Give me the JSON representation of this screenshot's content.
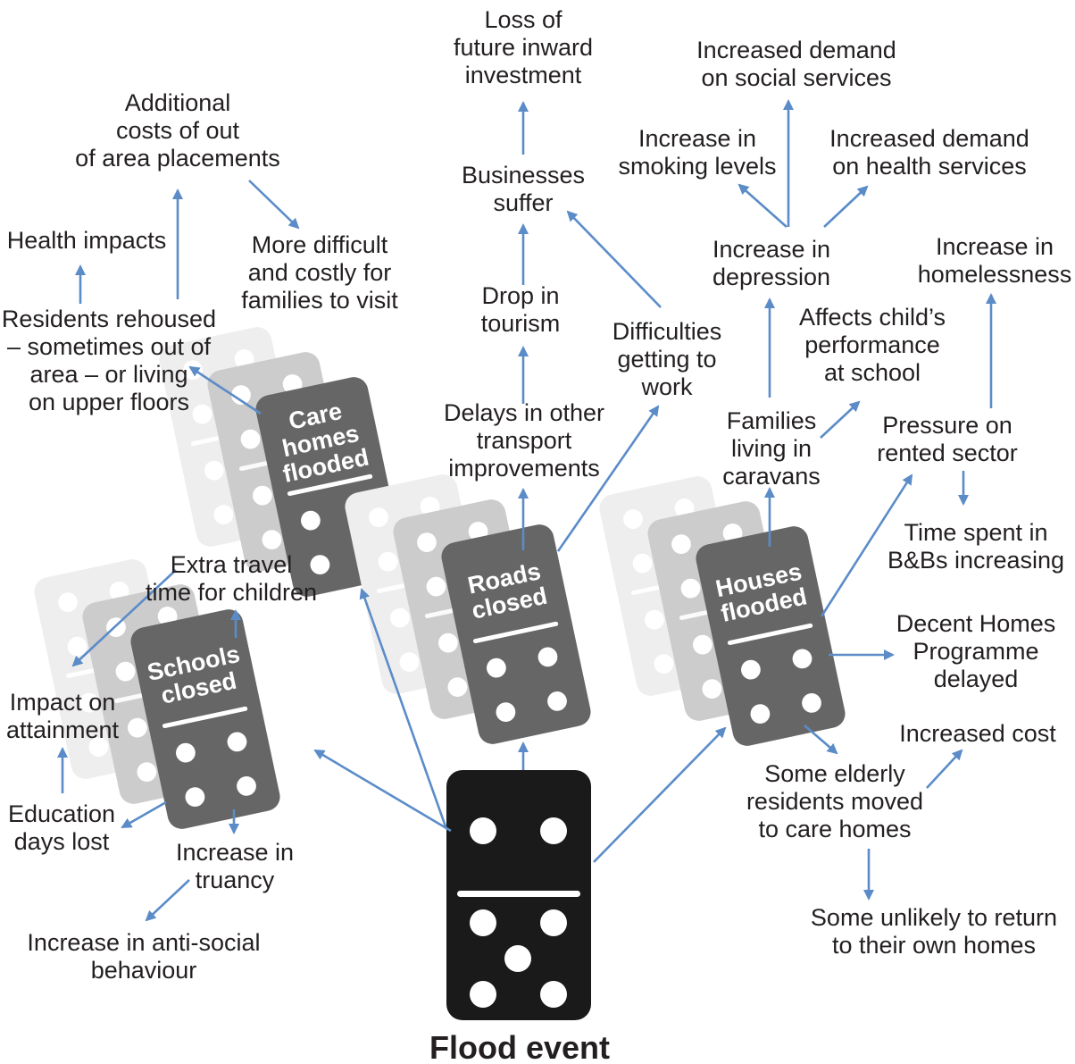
{
  "title": "Flood event",
  "colors": {
    "arrow": "#5b8cc8",
    "text": "#231f20",
    "domino_dark": "#666666",
    "domino_black": "#1a1a1a"
  },
  "dominoes": {
    "care_homes": [
      "Care",
      "homes",
      "flooded"
    ],
    "roads": [
      "Roads",
      "closed"
    ],
    "houses": [
      "Houses",
      "flooded"
    ],
    "schools": [
      "Schools",
      "closed"
    ]
  },
  "labels": {
    "additional_costs": [
      "Additional",
      "costs of out",
      "of area placements"
    ],
    "health_impacts": [
      "Health impacts"
    ],
    "more_difficult": [
      "More difficult",
      "and costly for",
      "families to visit"
    ],
    "residents_rehoused": [
      "Residents rehoused",
      "– sometimes out of",
      "area – or living",
      "on upper floors"
    ],
    "loss_investment": [
      "Loss of",
      "future inward",
      "investment"
    ],
    "businesses_suffer": [
      "Businesses",
      "suffer"
    ],
    "drop_tourism": [
      "Drop in",
      "tourism"
    ],
    "difficulties_work": [
      "Difficulties",
      "getting to",
      "work"
    ],
    "delays_transport": [
      "Delays in other",
      "transport",
      "improvements"
    ],
    "social_services": [
      "Increased demand",
      "on social services"
    ],
    "smoking": [
      "Increase in",
      "smoking levels"
    ],
    "health_services": [
      "Increased demand",
      "on health services"
    ],
    "depression": [
      "Increase in",
      "depression"
    ],
    "homelessness": [
      "Increase in",
      "homelessness"
    ],
    "child_performance": [
      "Affects child’s",
      "performance",
      "at school"
    ],
    "caravans": [
      "Families",
      "living in",
      "caravans"
    ],
    "rented_sector": [
      "Pressure on",
      "rented sector"
    ],
    "bnb": [
      "Time spent in",
      "B&Bs increasing"
    ],
    "decent_homes": [
      "Decent Homes",
      "Programme",
      "delayed"
    ],
    "increased_cost": [
      "Increased cost"
    ],
    "elderly": [
      "Some elderly",
      "residents moved",
      "to care homes"
    ],
    "unlikely_return": [
      "Some unlikely to return",
      "to their own homes"
    ],
    "extra_travel": [
      "Extra travel",
      "time for children"
    ],
    "attainment": [
      "Impact on",
      "attainment"
    ],
    "education_days": [
      "Education",
      "days lost"
    ],
    "truancy": [
      "Increase in",
      "truancy"
    ],
    "antisocial": [
      "Increase in anti-social",
      "behaviour"
    ]
  }
}
